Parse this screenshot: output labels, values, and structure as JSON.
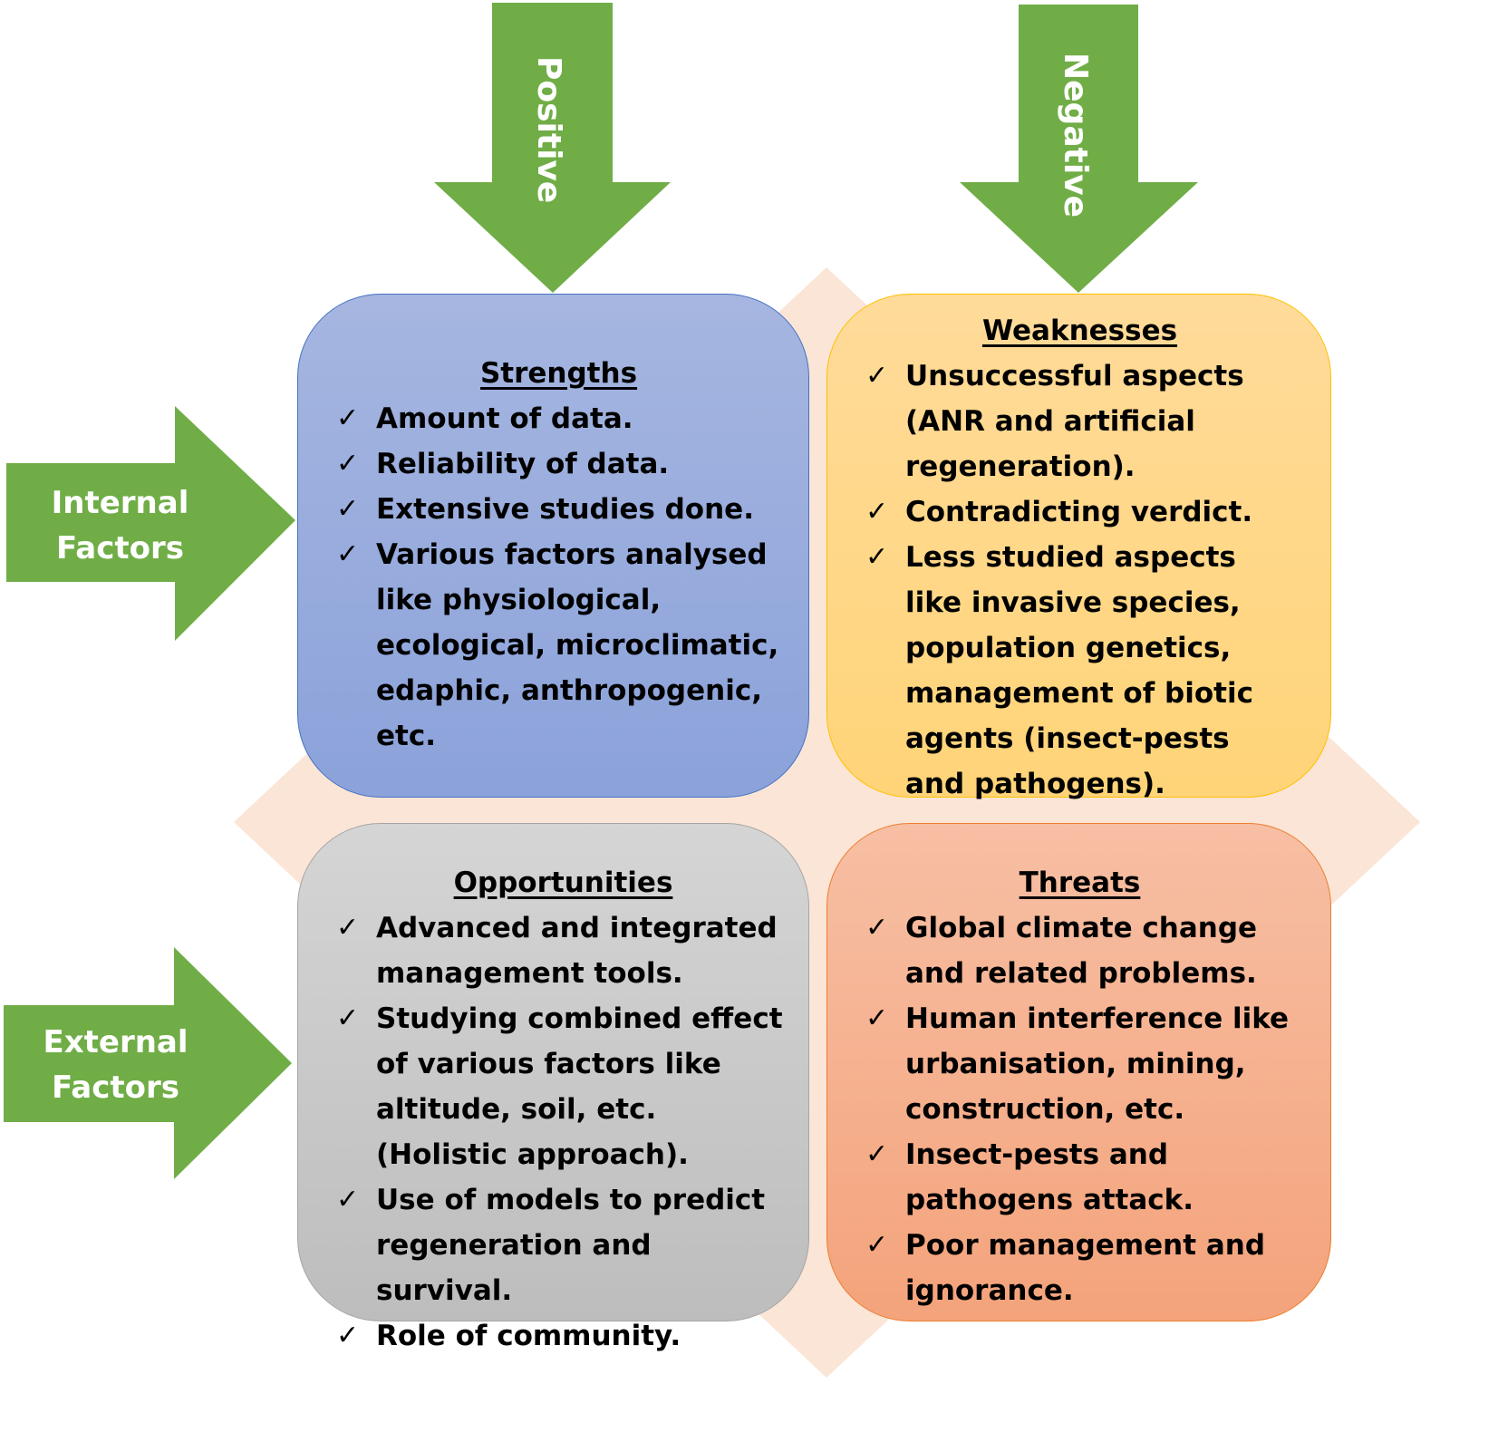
{
  "colors": {
    "arrow_green": "#70AD47",
    "diamond_peach": "#FBE5D6",
    "strengths_top": "#A6B6E0",
    "strengths_bottom": "#8EA5DB",
    "strengths_border": "#4472C4",
    "weaknesses_top": "#FFDA96",
    "weaknesses_bottom": "#FFD47A",
    "weaknesses_border": "#FFC000",
    "opportunities_top": "#D4D4D4",
    "opportunities_bottom": "#BDBDBD",
    "opportunities_border": "#A5A5A5",
    "threats_top": "#F7BFA3",
    "threats_bottom": "#F4A47D",
    "threats_border": "#ED7D31"
  },
  "arrows": {
    "positive": "Positive",
    "negative": "Negative",
    "internal": [
      "Internal",
      "Factors"
    ],
    "external": [
      "External",
      "Factors"
    ]
  },
  "check_glyph": "✓",
  "quadrants": {
    "strengths": {
      "title": "Strengths",
      "items": [
        "Amount of data.",
        "Reliability of data.",
        "Extensive studies done.",
        "Various factors analysed like physiological, ecological, microclimatic, edaphic, anthropogenic, etc."
      ]
    },
    "weaknesses": {
      "title": "Weaknesses",
      "items": [
        "Unsuccessful aspects (ANR and artificial regeneration).",
        "Contradicting verdict.",
        "Less studied aspects like invasive species, population genetics, management of biotic agents (insect-pests and pathogens)."
      ]
    },
    "opportunities": {
      "title": "Opportunities",
      "items": [
        "Advanced and integrated management tools.",
        "Studying combined effect of various factors like altitude, soil, etc. (Holistic approach).",
        "Use of models to predict regeneration and survival.",
        "Role of community."
      ]
    },
    "threats": {
      "title": "Threats",
      "items": [
        "Global climate change and related problems.",
        "Human interference like urbanisation, mining, construction, etc.",
        "Insect-pests and pathogens attack.",
        "Poor management and ignorance."
      ]
    }
  }
}
